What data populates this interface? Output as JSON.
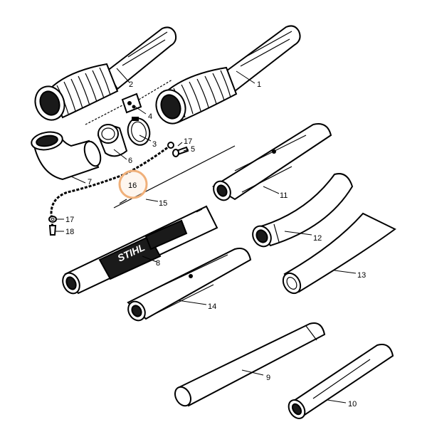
{
  "brand_mark": "STIHL",
  "highlight_color": "#f0b07a",
  "callouts": {
    "p1": "1",
    "p2": "2",
    "p3": "3",
    "p4": "4",
    "p5": "5",
    "p6": "6",
    "p7": "7",
    "p8": "8",
    "p9": "9",
    "p10": "10",
    "p11": "11",
    "p12": "12",
    "p13": "13",
    "p14": "14",
    "p15": "15",
    "p16": "16",
    "p17a": "17",
    "p17b": "17",
    "p18": "18"
  }
}
